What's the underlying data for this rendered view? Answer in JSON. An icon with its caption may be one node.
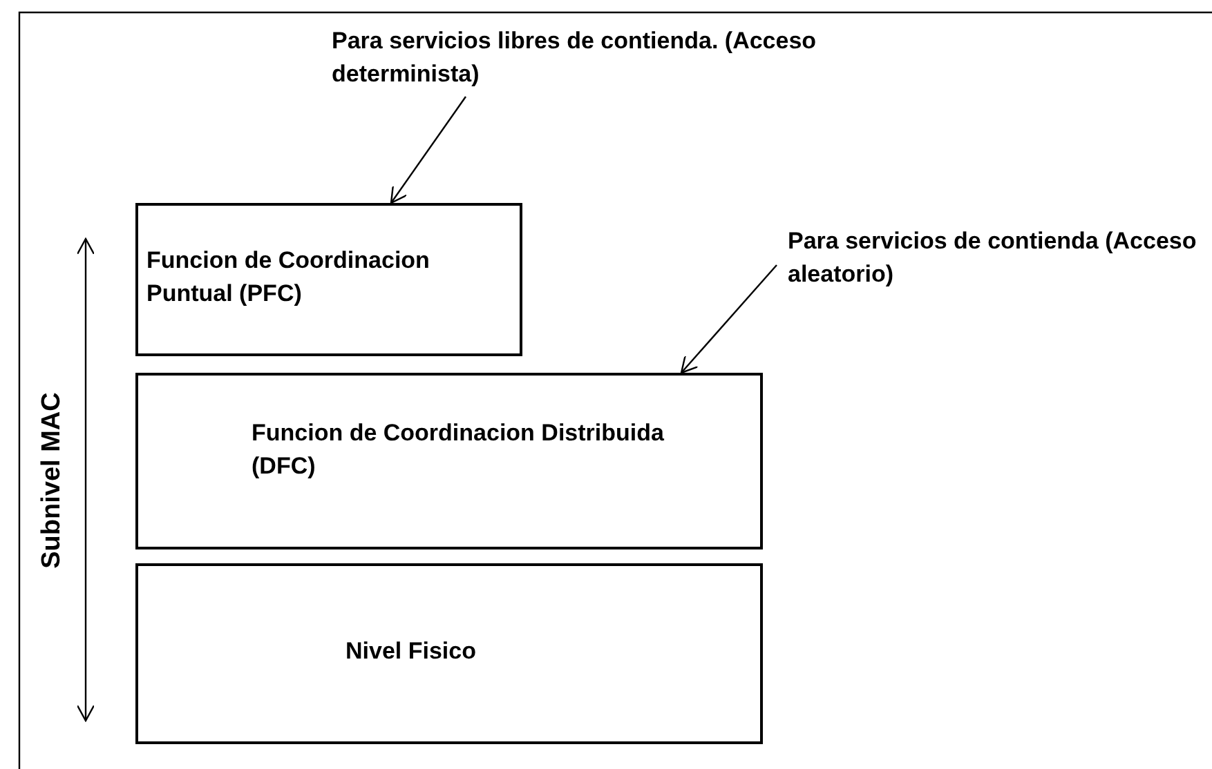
{
  "diagram": {
    "nodes": [
      {
        "text": [
          "Para servicios libres de contienda. (Acceso determinista)"
        ]
      },
      {
        "text": [
          "Funcion de Coordinacion Puntual (PFC)"
        ]
      },
      {
        "text": [
          "Para servicios de contienda (Acceso aleatorio)"
        ]
      },
      {
        "text": [
          "Funcion de Coordinacion Distribuida (DFC)"
        ]
      },
      {
        "text": [
          "Nivel Fisico"
        ]
      }
    ],
    "edges": [
      {
        "from": 0,
        "to": 1,
        "arrow": "to"
      },
      {
        "from": 2,
        "to": 3,
        "arrow": "to"
      }
    ],
    "labels": [
      "Subnivel MAC"
    ]
  }
}
